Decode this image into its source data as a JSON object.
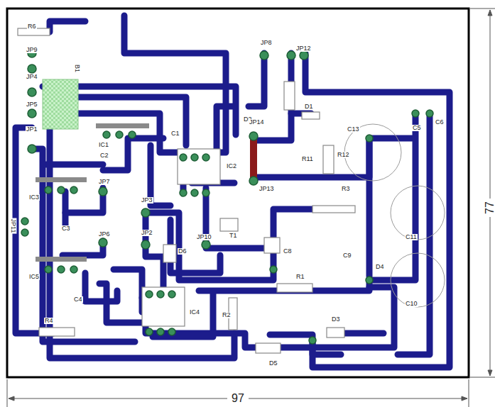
{
  "diagram": {
    "labels": [
      "R6",
      "JP9",
      "JP4",
      "JP5",
      "B1",
      "JP1",
      "IC1",
      "C2",
      "C1",
      "IC3",
      "JP7",
      "C3",
      "JP11",
      "IC5",
      "C4",
      "JP6",
      "JP3",
      "JP2",
      "D6",
      "JP10",
      "T1",
      "IC2",
      "D2",
      "JP8",
      "JP14",
      "JP13",
      "JP12",
      "D1",
      "R11",
      "R12",
      "C13",
      "C5",
      "C6",
      "R3",
      "C8",
      "C9",
      "D4",
      "C11",
      "C10",
      "R1",
      "R2",
      "IC4",
      "R4",
      "D5",
      "D3",
      "97",
      "77"
    ]
  }
}
